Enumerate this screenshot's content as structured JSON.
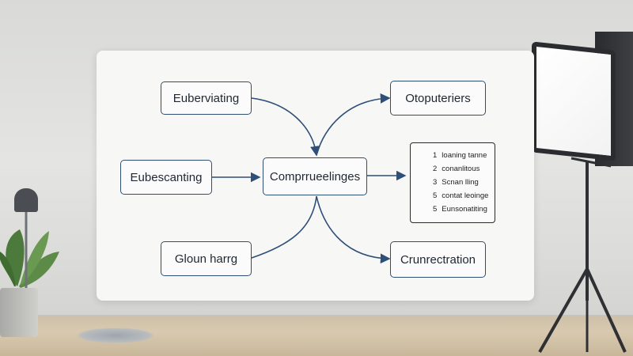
{
  "diagram": {
    "center": "Comprrueelinges",
    "left_nodes": [
      "Euberviating",
      "Eubescanting",
      "Gloun harrg"
    ],
    "right_nodes": [
      "Otoputeriers",
      "Crunrectration"
    ],
    "list_items": [
      {
        "num": "1",
        "text": "loaning tanne"
      },
      {
        "num": "2",
        "text": "conanlitous"
      },
      {
        "num": "3",
        "text": "Scnan lling"
      },
      {
        "num": "5",
        "text": "contat leoinge"
      },
      {
        "num": "5",
        "text": "Eunsonatiting"
      }
    ]
  },
  "colors": {
    "node_border": "#2f4f72",
    "connector": "#2e4f78",
    "list_border": "#2a2a2a"
  }
}
